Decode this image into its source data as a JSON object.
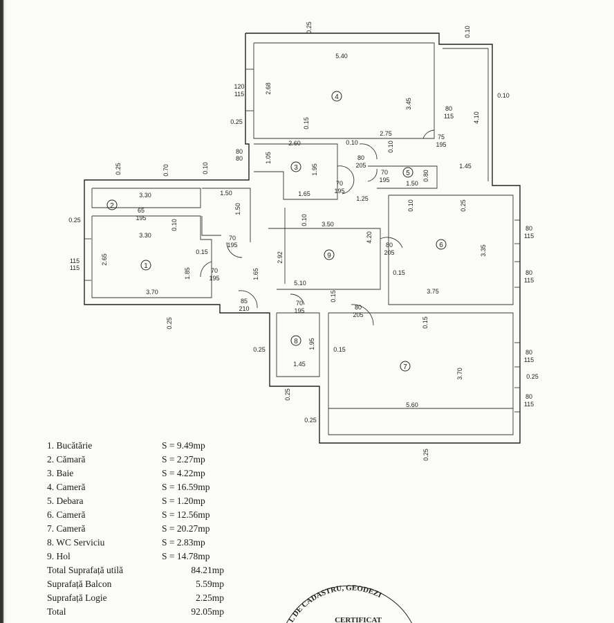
{
  "rooms": [
    {
      "num": "1",
      "name": "1. Bucătărie",
      "area": "S =  9.49mp"
    },
    {
      "num": "2",
      "name": "2. Cămară",
      "area": "S =  2.27mp"
    },
    {
      "num": "3",
      "name": "3. Baie",
      "area": "S =  4.22mp"
    },
    {
      "num": "4",
      "name": "4. Cameră",
      "area": "S = 16.59mp"
    },
    {
      "num": "5",
      "name": "5. Debara",
      "area": "S =  1.20mp"
    },
    {
      "num": "6",
      "name": "6. Cameră",
      "area": "S = 12.56mp"
    },
    {
      "num": "7",
      "name": "7. Cameră",
      "area": "S = 20.27mp"
    },
    {
      "num": "8",
      "name": "8. WC Serviciu",
      "area": "S =  2.83mp"
    },
    {
      "num": "9",
      "name": "9. Hol",
      "area": "S = 14.78mp"
    }
  ],
  "totals": [
    {
      "name": "Total Suprafață utilă",
      "value": "84.21mp"
    },
    {
      "name": "Suprafață Balcon",
      "value": "5.59mp"
    },
    {
      "name": "Suprafață Logie",
      "value": "2.25mp"
    },
    {
      "name": "Total",
      "value": "92.05mp"
    }
  ],
  "dimensions": {
    "d1": "0.25",
    "d2": "5.40",
    "d3": "0.10",
    "d4": "0.10",
    "d5": "120",
    "d6": "115",
    "d7": "2.68",
    "d8": "3.45",
    "d9": "80",
    "d10": "115",
    "d11": "4.10",
    "d12": "0.25",
    "d13": "0.15",
    "d14": "2.75",
    "d15": "75",
    "d16": "195",
    "d17": "80",
    "d18": "80",
    "d19": "2.60",
    "d20": "0.10",
    "d21": "0.10",
    "d22": "1.05",
    "d23": "1.95",
    "d24": "80",
    "d25": "205",
    "d26": "1.45",
    "d27": "0.25",
    "d28": "0.70",
    "d29": "0.10",
    "d30": "70",
    "d31": "195",
    "d32": "1.50",
    "d33": "0.80",
    "d34": "3.30",
    "d35": "1.50",
    "d36": "1.50",
    "d37": "70",
    "d38": "195",
    "d39": "1.65",
    "d40": "1.25",
    "d41": "0.10",
    "d42": "0.25",
    "d43": "65",
    "d44": "195",
    "d45": "0.25",
    "d46": "0.10",
    "d47": "3.30",
    "d48": "0.10",
    "d49": "3.50",
    "d50": "4.20",
    "d51": "80",
    "d52": "115",
    "d53": "70",
    "d54": "195",
    "d55": "115",
    "d56": "115",
    "d57": "2.65",
    "d58": "0.15",
    "d59": "80",
    "d60": "205",
    "d61": "3.35",
    "d62": "1.85",
    "d63": "2.92",
    "d64": "1.65",
    "d65": "70",
    "d66": "195",
    "d67": "0.15",
    "d68": "80",
    "d69": "115",
    "d70": "3.70",
    "d71": "5.10",
    "d72": "3.75",
    "d73": "85",
    "d74": "210",
    "d75": "70",
    "d76": "195",
    "d77": "0.15",
    "d78": "80",
    "d79": "205",
    "d80": "0.25",
    "d81": "0.15",
    "d82": "0.25",
    "d83": "1.95",
    "d84": "0.15",
    "d85": "80",
    "d86": "115",
    "d87": "1.45",
    "d88": "3.70",
    "d89": "0.25",
    "d90": "0.25",
    "d91": "80",
    "d92": "115",
    "d93": "0.25",
    "d94": "5.60",
    "d95": "0.25"
  },
  "stamp": {
    "arc_text": "L DE CADASTRU, GEODEZI",
    "center_text": "CERTIFICAT"
  }
}
